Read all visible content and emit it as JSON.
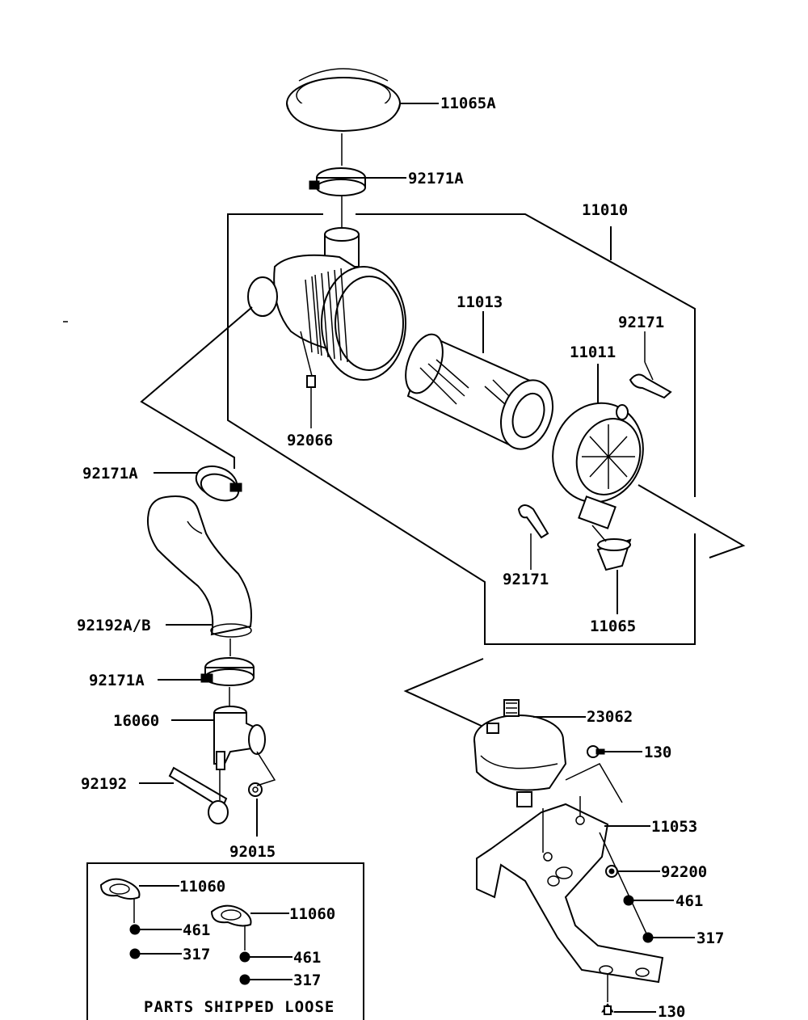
{
  "labels": {
    "cap_11065A": "11065A",
    "clamp_top_92171A": "92171A",
    "assy_11010": "11010",
    "element_11013": "11013",
    "clip_upper_92171": "92171",
    "cover_11011": "11011",
    "plug_92066": "92066",
    "clamp_hose_upper_92171A": "92171A",
    "clip_lower_92171": "92171",
    "valve_11065": "11065",
    "hose_92192AB": "92192A/B",
    "clamp_hose_lower_92171A": "92171A",
    "elbow_16060": "16060",
    "band_23062": "23062",
    "bolt_top_130": "130",
    "pipe_92192": "92192",
    "nut_92015": "92015",
    "bracket_11053": "11053",
    "washer_92200": "92200",
    "gasket_a_11060": "11060",
    "gasket_b_11060": "11060",
    "nut_bracket_461": "461",
    "nut_a_461": "461",
    "nut_b_461": "461",
    "bolt_a_317": "317",
    "bolt_b_317": "317",
    "bolt_bracket_317": "317",
    "bolt_bottom_130": "130"
  },
  "loose_parts_box": {
    "title": "PARTS SHIPPED LOOSE"
  }
}
